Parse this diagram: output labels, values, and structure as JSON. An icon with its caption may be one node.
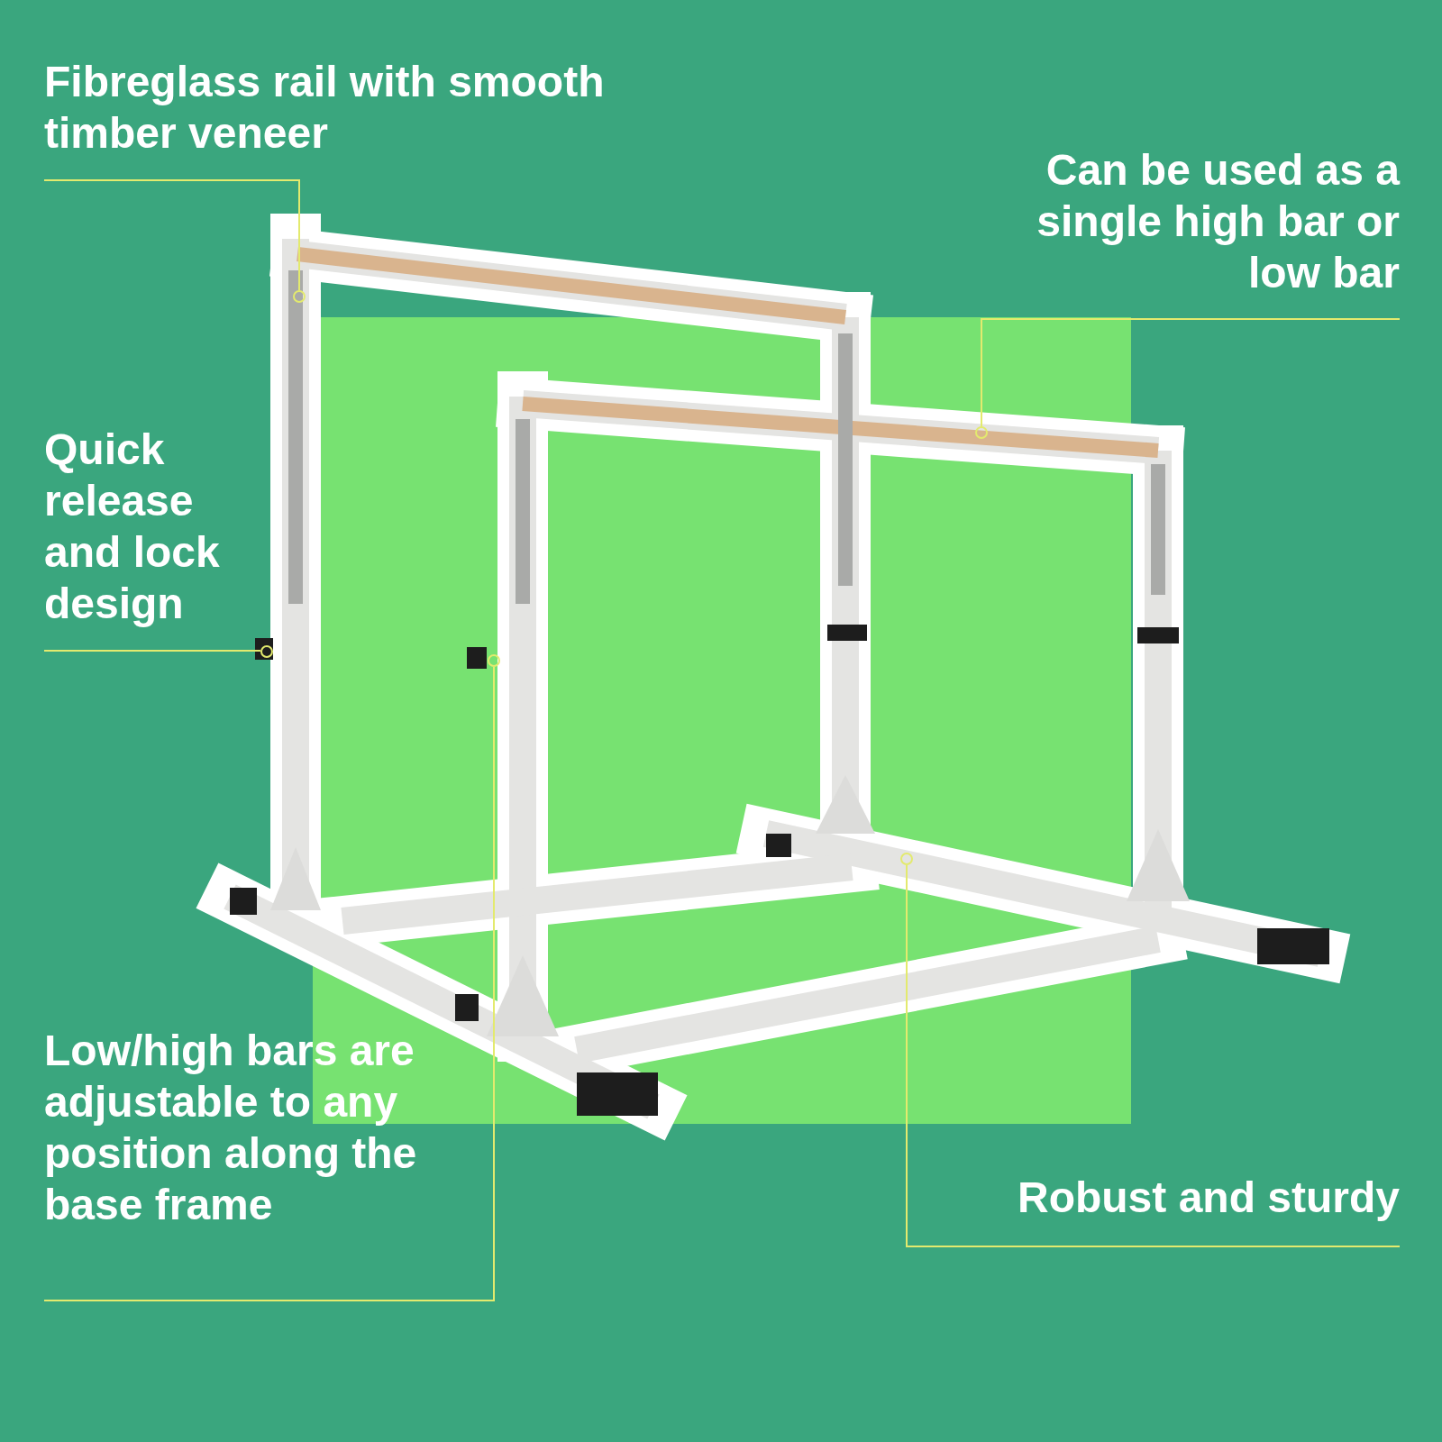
{
  "diagram": {
    "nodes": [
      {
        "text": [
          "Fibreglass rail with smooth timber veneer"
        ]
      },
      {
        "text": [
          "Can be used as a single high bar or low bar"
        ]
      },
      {
        "text": [
          "Quick release and lock design"
        ]
      },
      {
        "text": [
          "Low/high bars are adjustable to any position along the base frame"
        ]
      },
      {
        "text": [
          "Robust and sturdy"
        ]
      },
      {
        "text": [],
        "shape": "circle"
      },
      {
        "text": [],
        "shape": "circle"
      },
      {
        "text": [],
        "shape": "circle"
      },
      {
        "text": [],
        "shape": "circle"
      },
      {
        "text": [],
        "shape": "circle"
      }
    ],
    "edges": [
      {
        "from": 0,
        "to": 5,
        "arrow": "none"
      },
      {
        "from": 1,
        "to": 6,
        "arrow": "none"
      },
      {
        "from": 2,
        "to": 7,
        "arrow": "none"
      },
      {
        "from": 3,
        "to": 8,
        "arrow": "none"
      },
      {
        "from": 4,
        "to": 9,
        "arrow": "none"
      }
    ]
  }
}
